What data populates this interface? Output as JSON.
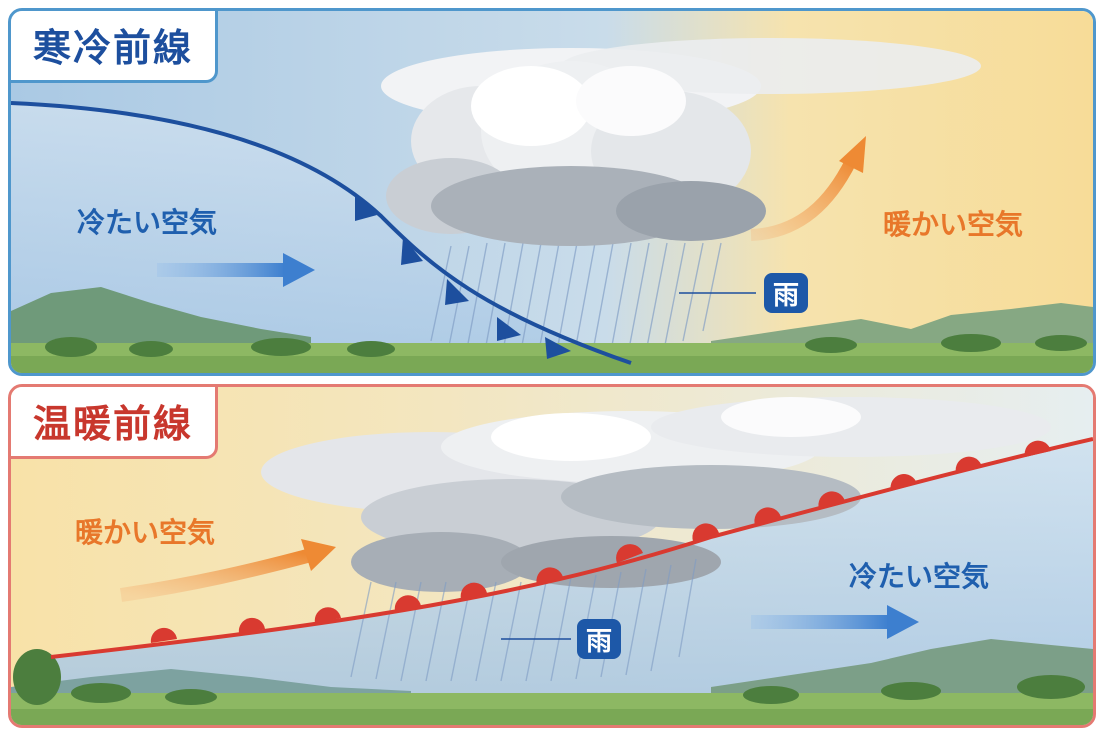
{
  "cold_front": {
    "title": "寒冷前線",
    "cold_air_label": "冷たい空気",
    "warm_air_label": "暖かい空気",
    "rain_label": "雨"
  },
  "warm_front": {
    "title": "温暖前線",
    "warm_air_label": "暖かい空気",
    "cold_air_label": "冷たい空気",
    "rain_label": "雨"
  },
  "colors": {
    "cold_front_blue": "#1d4f9e",
    "warm_front_red": "#d93a30",
    "cold_arrow": "#3d7fcf",
    "warm_arrow": "#ee8a34"
  }
}
